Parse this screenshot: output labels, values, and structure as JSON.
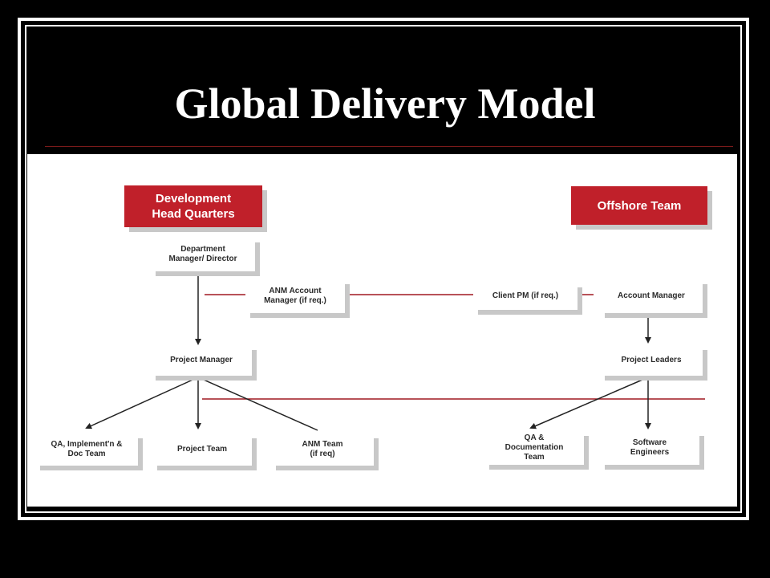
{
  "slide": {
    "title": "Global Delivery Model"
  },
  "diagram": {
    "hq_header": "Development\nHead Quarters",
    "offshore_header": "Offshore Team",
    "dept_manager": "Department\nManager/ Director",
    "anm_account_manager": "ANM Account\nManager (if req.)",
    "client_pm": "Client PM (if req.)",
    "account_manager": "Account Manager",
    "project_manager": "Project Manager",
    "project_leaders": "Project Leaders",
    "qa_doc_team": "QA, Implement'n &\nDoc Team",
    "project_team": "Project Team",
    "anm_team": "ANM Team\n(if req)",
    "qa_documentation_team": "QA &\nDocumentation\nTeam",
    "software_engineers": "Software\nEngineers"
  },
  "colors": {
    "accent_red": "#c0202a",
    "connector_red": "#a01820",
    "background": "#000000",
    "panel": "#ffffff"
  }
}
